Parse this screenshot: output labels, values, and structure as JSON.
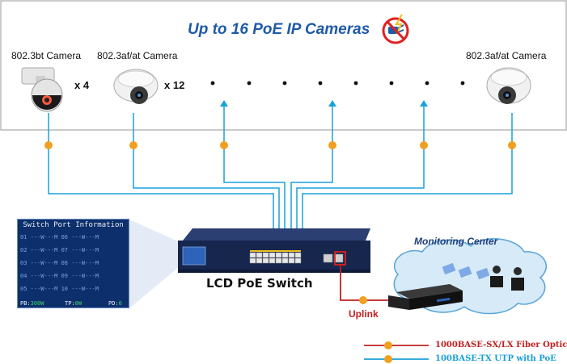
{
  "title": "Up to 16 PoE IP Cameras",
  "cameras": [
    {
      "label": "802.3bt Camera",
      "count": "x 4"
    },
    {
      "label": "802.3af/at Camera",
      "count": "x 12"
    },
    {
      "label": "802.3af/at Camera",
      "count": ""
    }
  ],
  "poe_badge": "PoE",
  "switch": {
    "label": "LCD PoE Switch"
  },
  "lcd": {
    "title": "Switch Port Information",
    "rows": [
      [
        "01",
        "06"
      ],
      [
        "02",
        "07"
      ],
      [
        "03",
        "08"
      ],
      [
        "04",
        "09"
      ],
      [
        "05",
        "10"
      ]
    ],
    "row_pattern": "---W---M",
    "footer": {
      "pb_label": "PB:",
      "pb_value": "300W",
      "tp_label": "TP:",
      "tp_value": "0W",
      "pd_label": "PD:",
      "pd_value": "0"
    }
  },
  "monitoring": {
    "title": "Monitoring Center"
  },
  "uplink": {
    "label": "Uplink"
  },
  "legend": [
    {
      "text": "1000BASE-SX/LX Fiber Optic",
      "color": "#c02020"
    },
    {
      "text": "100BASE-TX UTP with PoE",
      "color": "#1aa0d8"
    }
  ],
  "colors": {
    "poe_line": "#1aa0d8",
    "fiber_line": "#c02020",
    "badge": "#f0a020",
    "title": "#1f5aa8"
  }
}
